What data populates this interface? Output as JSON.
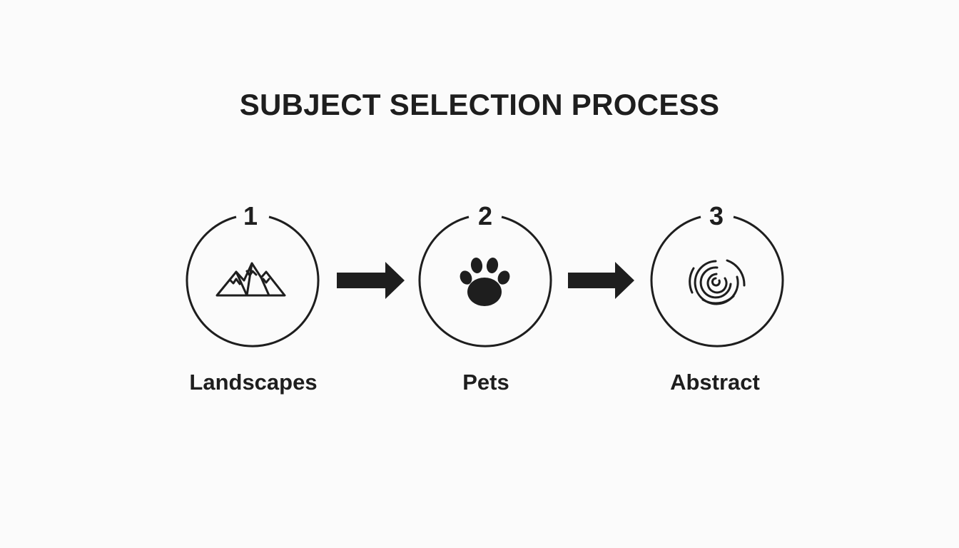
{
  "title": "SUBJECT SELECTION PROCESS",
  "steps": [
    {
      "number": "1",
      "label": "Landscapes",
      "icon": "mountains-icon"
    },
    {
      "number": "2",
      "label": "Pets",
      "icon": "paw-print-icon"
    },
    {
      "number": "3",
      "label": "Abstract",
      "icon": "spiral-icon"
    }
  ],
  "colors": {
    "ink": "#1e1e1e",
    "background": "#fbfbfb"
  }
}
